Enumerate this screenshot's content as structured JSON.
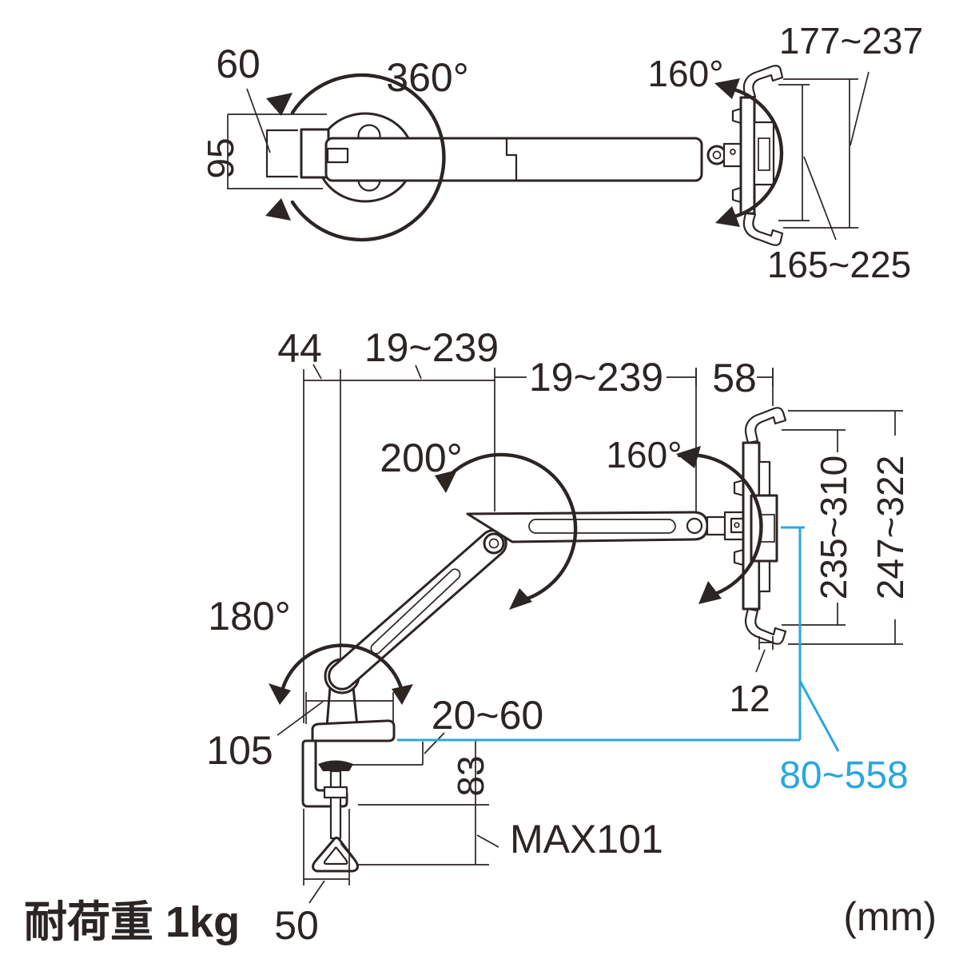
{
  "colors": {
    "line": "#2b2523",
    "accent": "#29a7e0",
    "background": "#ffffff"
  },
  "footer": {
    "load_capacity": "耐荷重 1kg",
    "unit": "(mm)"
  },
  "top_view": {
    "rotation_360": "360°",
    "rotation_160": "160°",
    "dim_mount_width": "60",
    "dim_mount_height": "95",
    "dim_holder_outer_height": "177~237",
    "dim_holder_inner_height": "165~225"
  },
  "side_view": {
    "dim_base_offset": "44",
    "dim_lower_arm_reach": "19~239",
    "dim_upper_arm_reach": "19~239",
    "dim_holder_depth": "58",
    "rotation_200": "200°",
    "rotation_160": "160°",
    "rotation_180": "180°",
    "dim_holder_inner_height": "235~310",
    "dim_holder_outer_height": "247~322",
    "dim_base_width": "105",
    "dim_clamp_opening": "20~60",
    "dim_clamp_height": "83",
    "dim_clamp_max": "MAX101",
    "dim_clamp_depth": "50",
    "dim_hook_depth": "12",
    "dim_height_range": "80~558"
  }
}
